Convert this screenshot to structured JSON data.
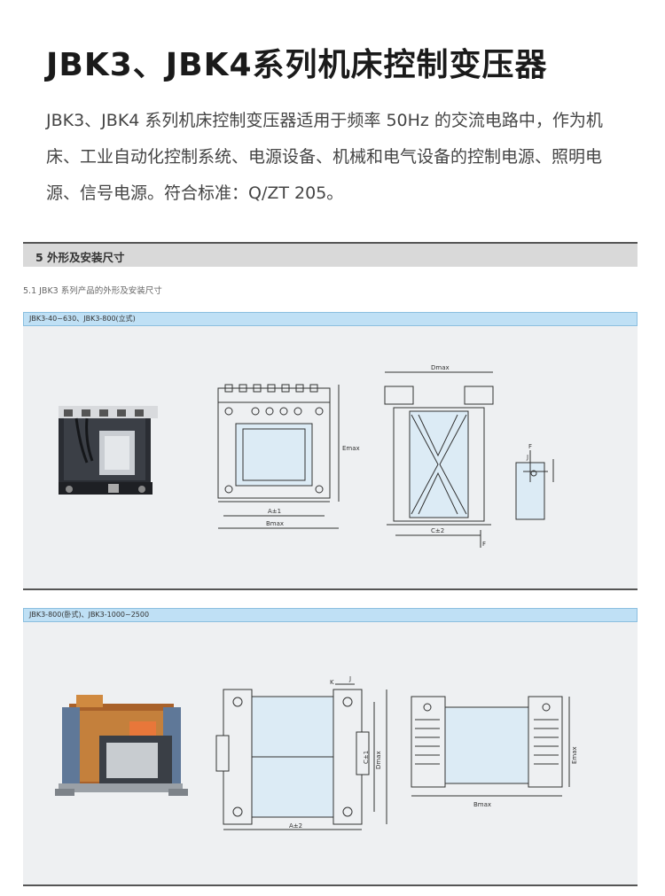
{
  "document": {
    "title": "JBK3、JBK4系列机床控制变压器",
    "intro": "JBK3、JBK4 系列机床控制变压器适用于频率 50Hz 的交流电路中，作为机床、工业自动化控制系统、电源设备、机械和电气设备的控制电源、照明电源、信号电源。符合标准：Q/ZT 205。"
  },
  "section": {
    "heading": "5 外形及安装尺寸",
    "subheading": "5.1 JBK3 系列产品的外形及安装尺寸"
  },
  "panels": [
    {
      "label": "JBK3-40~630、JBK3-800(立式)",
      "dims": {
        "front_width_inner": "A±1",
        "front_width_outer": "Bmax",
        "front_height": "Emax",
        "side_width": "Dmax",
        "side_base": "C±2",
        "detail_f_top": "F",
        "detail_j": "J",
        "detail_f_bottom": "F"
      }
    },
    {
      "label": "JBK3-800(卧式)、JBK3-1000~2500",
      "dims": {
        "top_k": "K",
        "top_j": "J",
        "front_c": "C±1",
        "front_d": "Dmax",
        "front_a": "A±2",
        "side_width": "Bmax",
        "side_height": "Emax"
      }
    }
  ]
}
